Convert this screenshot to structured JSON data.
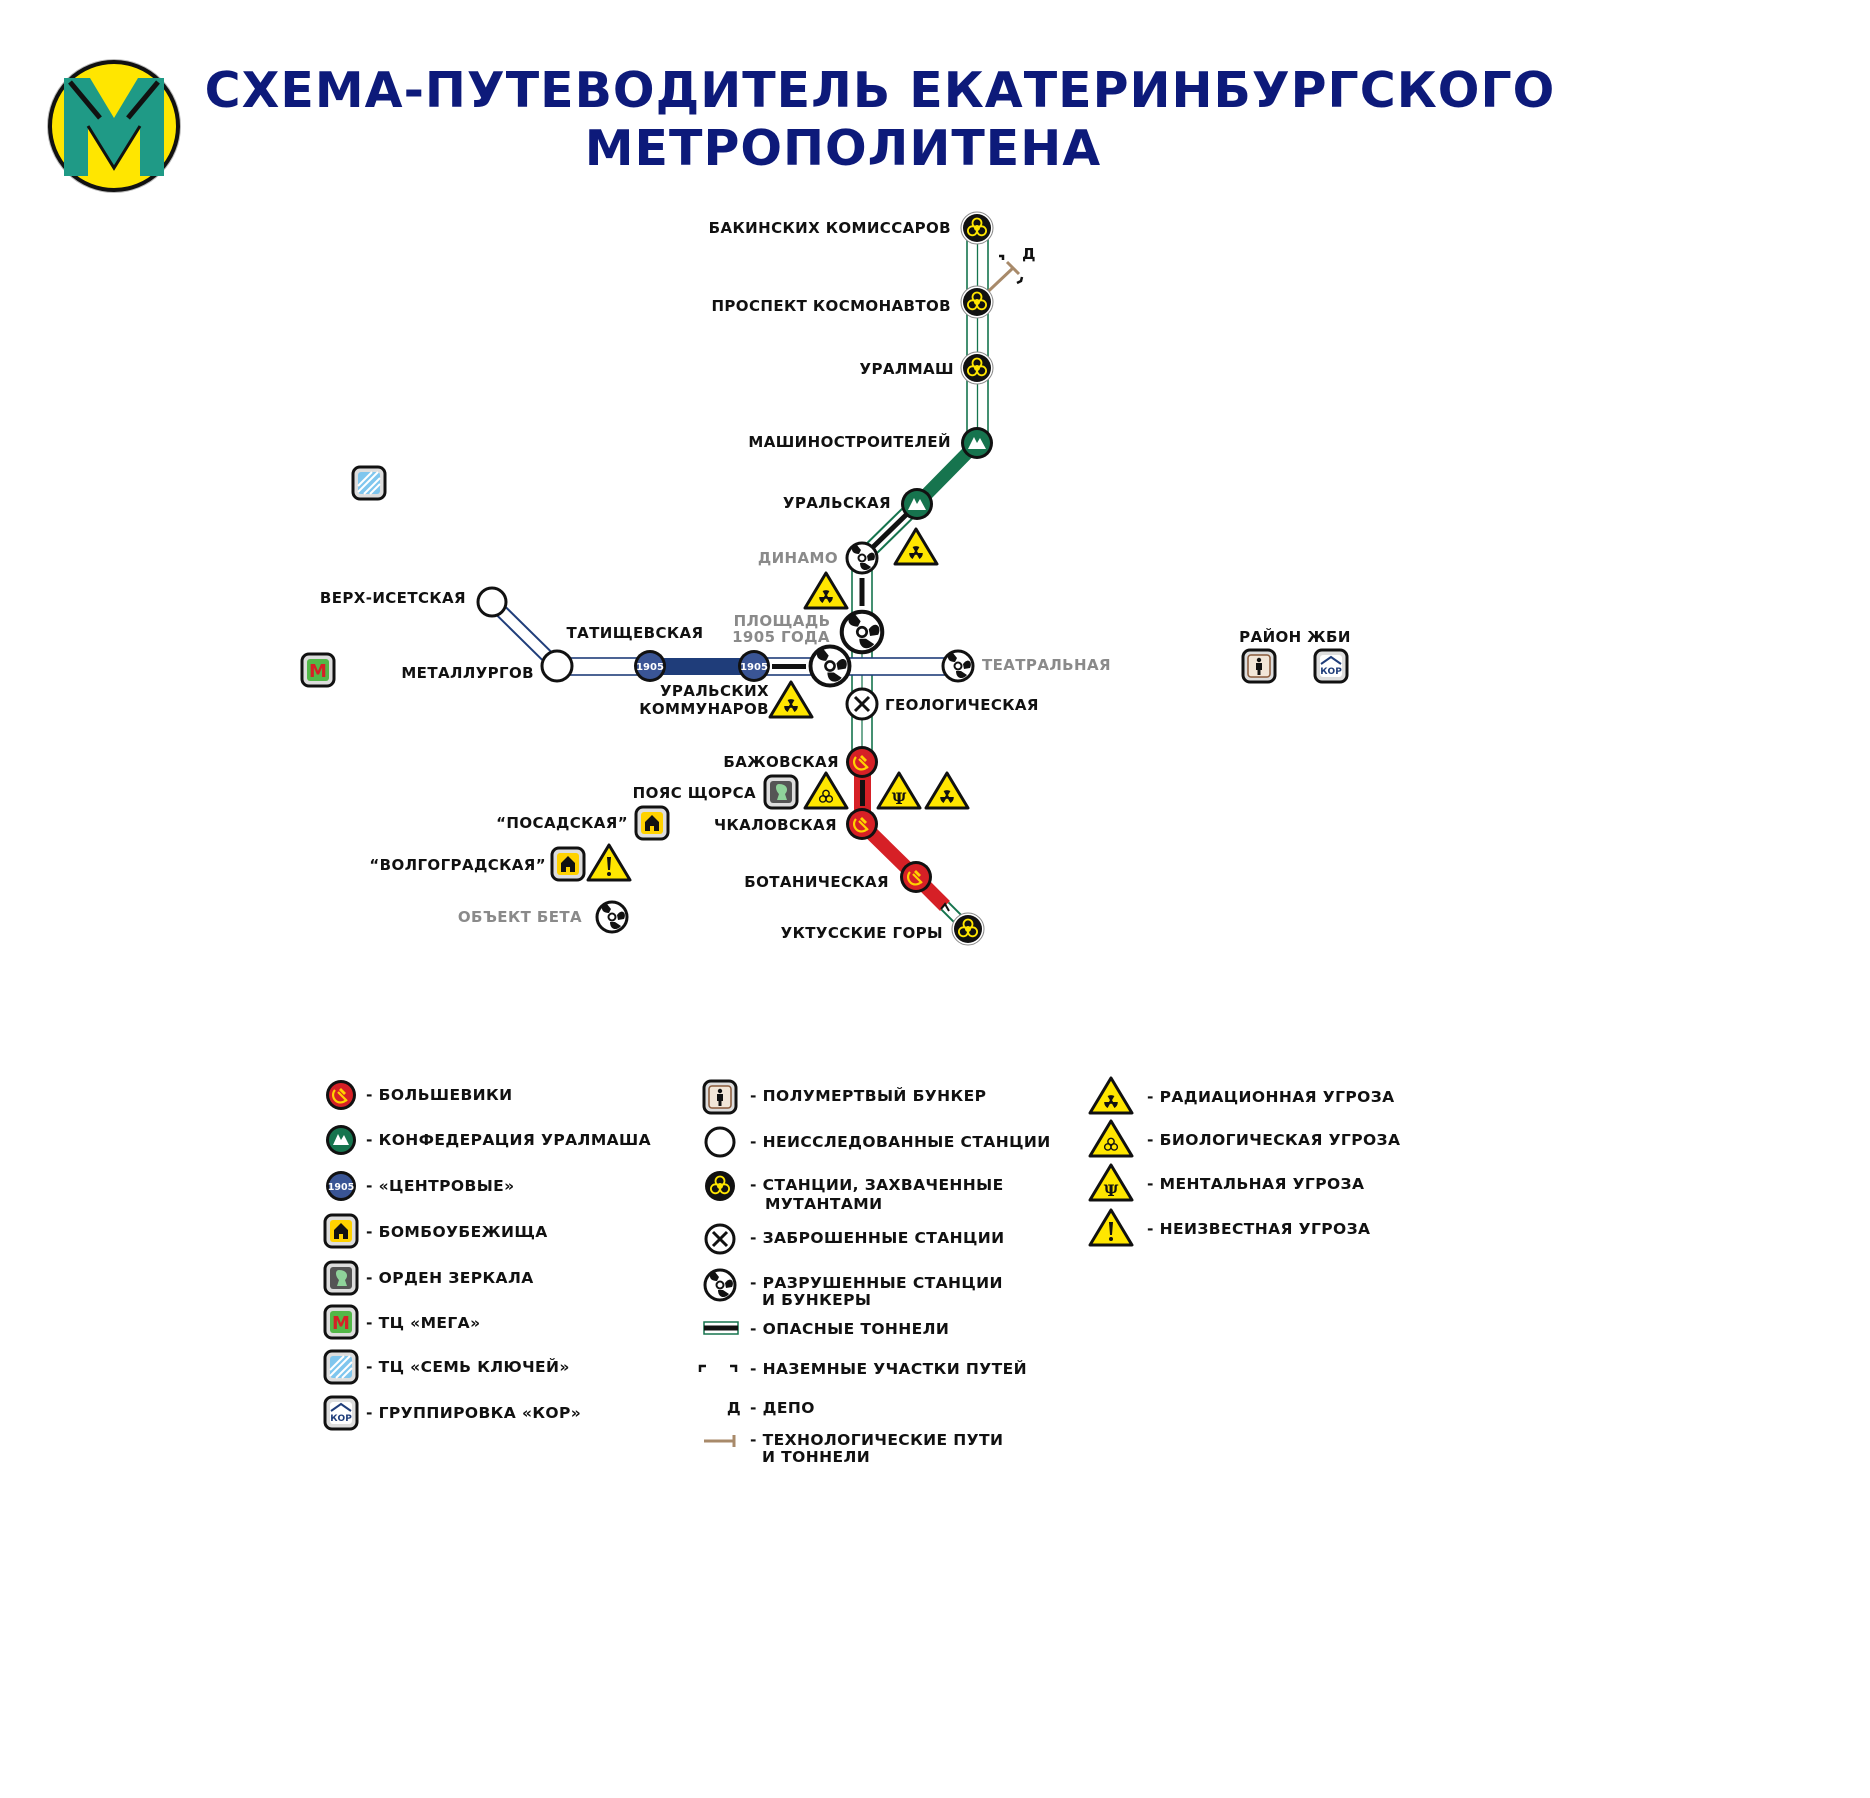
{
  "title": {
    "line1": "СХЕМА-ПУТЕВОДИТЕЛЬ ЕКАТЕРИНБУРГСКОГО",
    "line2": "МЕТРОПОЛИТЕНА"
  },
  "colors": {
    "title": "#0d1a7a",
    "bolsheviks": "#d62026",
    "uralmash": "#16744e",
    "centrovye": "#1f3d7a",
    "hazard_yellow": "#ffe600",
    "logo_teal": "#1f9a86"
  },
  "depot_label": "Д",
  "stations": {
    "bakinskih": "БАКИНСКИХ КОМИССАРОВ",
    "kosmonavtov": "ПРОСПЕКТ КОСМОНАВТОВ",
    "uralmash": "УРАЛМАШ",
    "mashinostroitelei": "МАШИНОСТРОИТЕЛЕЙ",
    "uralskaya": "УРАЛЬСКАЯ",
    "dinamo": "ДИНАМО",
    "ploshad_1": "ПЛОЩАДЬ",
    "ploshad_2": "1905 ГОДА",
    "verh_isetskaya": "ВЕРХ-ИСЕТСКАЯ",
    "tatishevskaya": "ТАТИЩЕВСКАЯ",
    "metallurgov": "МЕТАЛЛУРГОВ",
    "uralskih_1": "УРАЛЬСКИХ",
    "uralskih_2": "КОММУНАРОВ",
    "teatralnaya": "ТЕАТРАЛЬНАЯ",
    "geologicheskaya": "ГЕОЛОГИЧЕСКАЯ",
    "bazhovskaya": "БАЖОВСКАЯ",
    "chkalovskaya": "ЧКАЛОВСКАЯ",
    "botanicheskaya": "БОТАНИЧЕСКАЯ",
    "uktusskie": "УКТУССКИЕ ГОРЫ"
  },
  "places": {
    "poyas": "ПОЯС ЩОРСА",
    "posadskaya": "“ПОСАДСКАЯ”",
    "volgogradskaya": "“ВОЛГОГРАДСКАЯ”",
    "obekt": "ОБЪЕКТ БЕТА",
    "zhbi": "РАЙОН ЖБИ"
  },
  "legend": {
    "col1": [
      {
        "icon": "hammer-sickle-icon",
        "label": "- БОЛЬШЕВИКИ"
      },
      {
        "icon": "mountain-icon",
        "label": "- КОНФЕДЕРАЦИЯ УРАЛМАША"
      },
      {
        "icon": "badge-1905-icon",
        "label": "- «ЦЕНТРОВЫЕ»"
      },
      {
        "icon": "house-icon",
        "label": "- БОМБОУБЕЖИЩА"
      },
      {
        "icon": "mirror-order-icon",
        "label": "- ОРДЕН ЗЕРКАЛА"
      },
      {
        "icon": "mega-icon",
        "label": "- ТЦ «МЕГА»"
      },
      {
        "icon": "seven-keys-icon",
        "label": "- ТЦ «СЕМЬ КЛЮЧЕЙ»"
      },
      {
        "icon": "kor-icon",
        "label": "- ГРУППИРОВКА «КОР»"
      }
    ],
    "col2": {
      "bunker": "- ПОЛУМЕРТВЫЙ БУНКЕР",
      "unexplored": "- НЕИССЛЕДОВАННЫЕ СТАНЦИИ",
      "mutants_1": "- СТАНЦИИ, ЗАХВАЧЕННЫЕ",
      "mutants_2": "МУТАНТАМИ",
      "abandoned": "- ЗАБРОШЕННЫЕ СТАНЦИИ",
      "destroyed_1": "- РАЗРУШЕННЫЕ СТАНЦИИ",
      "destroyed_2": "И БУНКЕРЫ",
      "dangerous": "- ОПАСНЫЕ ТОННЕЛИ",
      "surface": "- НАЗЕМНЫЕ УЧАСТКИ ПУТЕЙ",
      "depot_symbol": "Д",
      "depot": "- ДЕПО",
      "tech_1": "- ТЕХНОЛОГИЧЕСКИЕ ПУТИ",
      "tech_2": "И ТОННЕЛИ"
    },
    "col3": [
      {
        "icon": "radiation-hazard-icon",
        "label": "- РАДИАЦИОННАЯ УГРОЗА"
      },
      {
        "icon": "biohazard-icon",
        "label": "- БИОЛОГИЧЕСКАЯ УГРОЗА"
      },
      {
        "icon": "psi-hazard-icon",
        "label": "- МЕНТАЛЬНАЯ УГРОЗА"
      },
      {
        "icon": "exclamation-hazard-icon",
        "label": "- НЕИЗВЕСТНАЯ УГРОЗА"
      }
    ]
  }
}
